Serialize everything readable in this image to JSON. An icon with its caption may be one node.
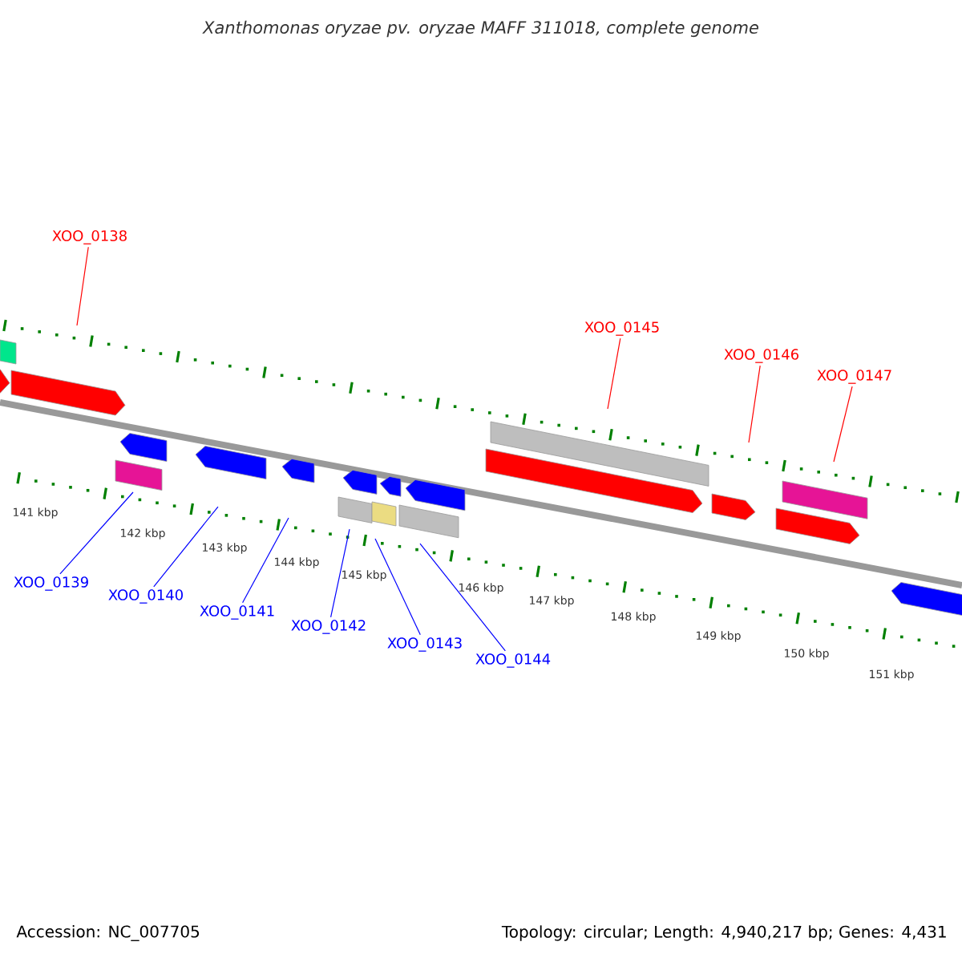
{
  "diagram": {
    "title": "Xanthomonas oryzae pv. oryzae MAFF 311018, complete genome",
    "nodes": [
      {
        "text": [
          "XOO_0138"
        ]
      },
      {
        "text": [
          "XOO_0145"
        ]
      },
      {
        "text": [
          "XOO_0146"
        ]
      },
      {
        "text": [
          "XOO_0147"
        ]
      },
      {
        "text": [
          "XOO_0139"
        ]
      },
      {
        "text": [
          "XOO_0140"
        ]
      },
      {
        "text": [
          "XOO_0141"
        ]
      },
      {
        "text": [
          "XOO_0142"
        ]
      },
      {
        "text": [
          "XOO_0143"
        ]
      },
      {
        "text": [
          "XOO_0144"
        ]
      }
    ],
    "edges": [
      {
        "from": 0,
        "to": null,
        "arrow": "none",
        "color": "#ff0000"
      },
      {
        "from": 1,
        "to": null,
        "arrow": "none",
        "color": "#ff0000"
      },
      {
        "from": 2,
        "to": null,
        "arrow": "none",
        "color": "#ff0000"
      },
      {
        "from": 3,
        "to": null,
        "arrow": "none",
        "color": "#ff0000"
      },
      {
        "from": 4,
        "to": null,
        "arrow": "none"
      },
      {
        "from": 5,
        "to": null,
        "arrow": "none"
      },
      {
        "from": 6,
        "to": null,
        "arrow": "none"
      },
      {
        "from": 7,
        "to": null,
        "arrow": "none"
      },
      {
        "from": 8,
        "to": null,
        "arrow": "none"
      },
      {
        "from": 9,
        "to": null,
        "arrow": "none"
      }
    ],
    "labels": [
      "141 kbp",
      "142 kbp",
      "143 kbp",
      "144 kbp",
      "145 kbp",
      "146 kbp",
      "147 kbp",
      "148 kbp",
      "149 kbp",
      "150 kbp",
      "151 kbp",
      "Accession: NC_007705",
      "Topology: circular; Length: 4,940,217 bp; Genes: 4,431"
    ]
  }
}
